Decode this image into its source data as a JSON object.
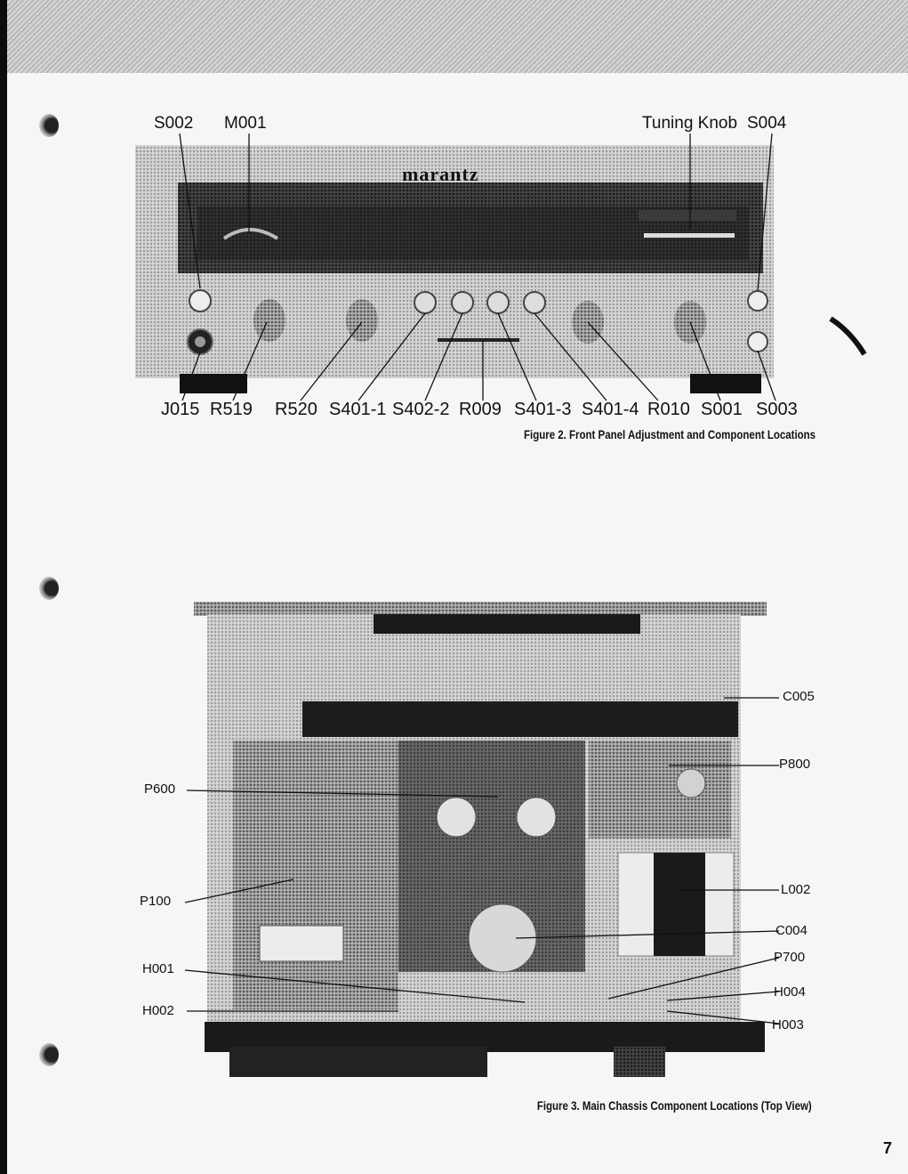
{
  "figure2": {
    "brand": "marantz",
    "top_labels": [
      "S002",
      "M001",
      "Tuning Knob",
      "S004"
    ],
    "bottom_labels": [
      "J015",
      "R519",
      "R520",
      "S401-1",
      "S402-2",
      "R009",
      "S401-3",
      "S401-4",
      "R010",
      "S001",
      "S003"
    ],
    "caption": "Figure 2.  Front Panel Adjustment and Component Locations"
  },
  "figure3": {
    "left_labels": [
      "P600",
      "P100",
      "H001",
      "H002"
    ],
    "right_labels": [
      "C005",
      "P800",
      "L002",
      "C004",
      "P700",
      "H004",
      "H003"
    ],
    "caption": "Figure 3.  Main Chassis Component Locations (Top View)"
  },
  "page_number": "7"
}
